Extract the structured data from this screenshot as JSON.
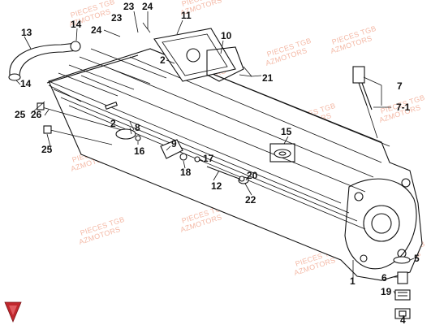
{
  "callouts": [
    {
      "id": "c1",
      "text": "1"
    },
    {
      "id": "c2a",
      "text": "2"
    },
    {
      "id": "c2b",
      "text": "2"
    },
    {
      "id": "c4",
      "text": "4"
    },
    {
      "id": "c5",
      "text": "5"
    },
    {
      "id": "c6",
      "text": "6"
    },
    {
      "id": "c7",
      "text": "7"
    },
    {
      "id": "c7_1",
      "text": "7-1"
    },
    {
      "id": "c8",
      "text": "8"
    },
    {
      "id": "c9",
      "text": "9"
    },
    {
      "id": "c10",
      "text": "10"
    },
    {
      "id": "c11",
      "text": "11"
    },
    {
      "id": "c12",
      "text": "12"
    },
    {
      "id": "c13",
      "text": "13"
    },
    {
      "id": "c14a",
      "text": "14"
    },
    {
      "id": "c14b",
      "text": "14"
    },
    {
      "id": "c15",
      "text": "15"
    },
    {
      "id": "c16",
      "text": "16"
    },
    {
      "id": "c17",
      "text": "17"
    },
    {
      "id": "c18",
      "text": "18"
    },
    {
      "id": "c19",
      "text": "19"
    },
    {
      "id": "c20",
      "text": "20"
    },
    {
      "id": "c21",
      "text": "21"
    },
    {
      "id": "c22",
      "text": "22"
    },
    {
      "id": "c23a",
      "text": "23"
    },
    {
      "id": "c23b",
      "text": "23"
    },
    {
      "id": "c24a",
      "text": "24"
    },
    {
      "id": "c24b",
      "text": "24"
    },
    {
      "id": "c25a",
      "text": "25"
    },
    {
      "id": "c25b",
      "text": "25"
    },
    {
      "id": "c26",
      "text": "26"
    }
  ],
  "watermark": {
    "line1": "PIECES TGB",
    "line2": "AZMOTORS"
  },
  "colors": {
    "ink": "#111111",
    "watermark": "#f4b9a6",
    "logo": "#c0272d"
  }
}
